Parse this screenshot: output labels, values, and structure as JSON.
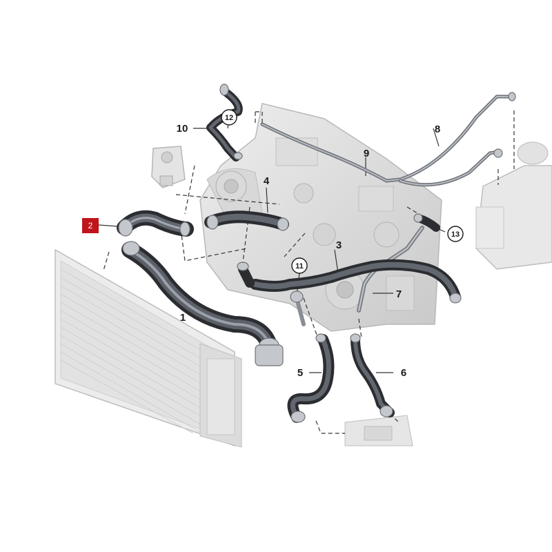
{
  "diagram": {
    "selected_callout": "2",
    "accent_color": "#c0141c",
    "callouts": [
      "1",
      "3",
      "4",
      "5",
      "6",
      "7",
      "8",
      "9",
      "10"
    ],
    "circled_callouts": [
      "11",
      "12",
      "13"
    ]
  }
}
